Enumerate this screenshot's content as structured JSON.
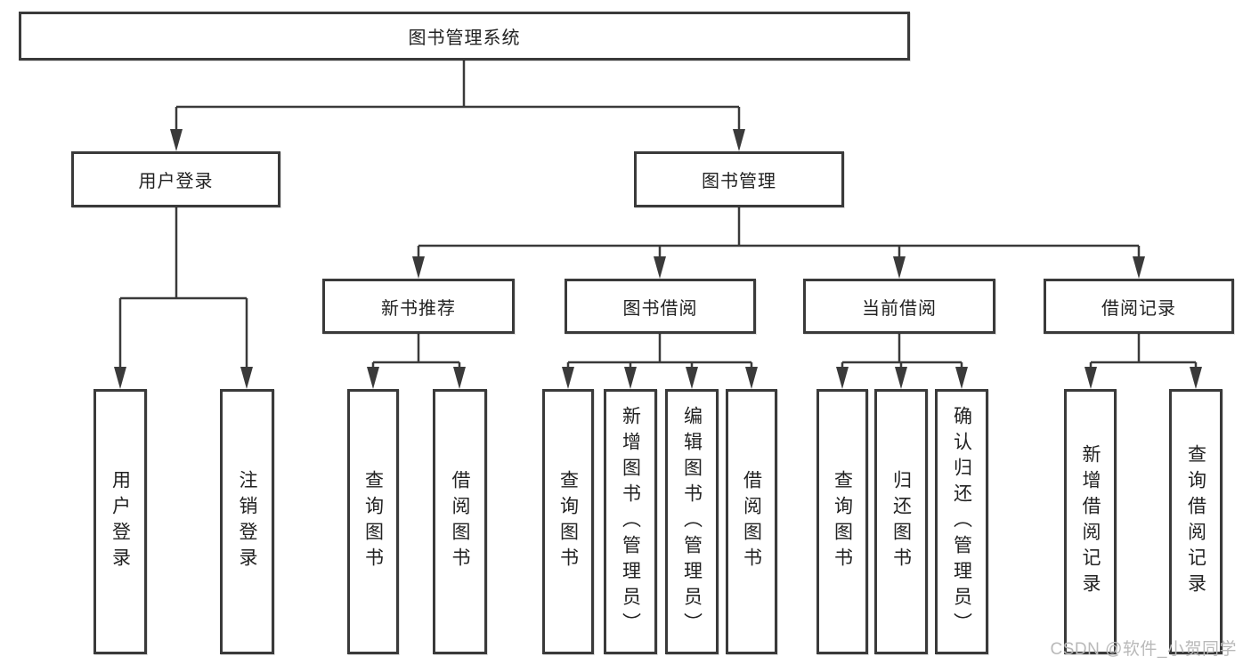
{
  "tree": {
    "root": {
      "label": "图书管理系统"
    },
    "branches": [
      {
        "label": "用户登录",
        "children": [
          {
            "label": "用户登录"
          },
          {
            "label": "注销登录"
          }
        ]
      },
      {
        "label": "图书管理",
        "children": [
          {
            "label": "新书推荐",
            "children": [
              {
                "label": "查询图书"
              },
              {
                "label": "借阅图书"
              }
            ]
          },
          {
            "label": "图书借阅",
            "children": [
              {
                "label": "查询图书"
              },
              {
                "label": "新增图书（管理员）"
              },
              {
                "label": "编辑图书（管理员）"
              },
              {
                "label": "借阅图书"
              }
            ]
          },
          {
            "label": "当前借阅",
            "children": [
              {
                "label": "查询图书"
              },
              {
                "label": "归还图书"
              },
              {
                "label": "确认归还（管理员）"
              }
            ]
          },
          {
            "label": "借阅记录",
            "children": [
              {
                "label": "新增借阅记录"
              },
              {
                "label": "查询借阅记录"
              }
            ]
          }
        ]
      }
    ]
  },
  "watermark": {
    "text": "CSDN @软件_小贺同学"
  },
  "colors": {
    "line": "#3a3a3a",
    "text": "#222222",
    "watermark": "#b9b9b9",
    "background": "#ffffff"
  }
}
